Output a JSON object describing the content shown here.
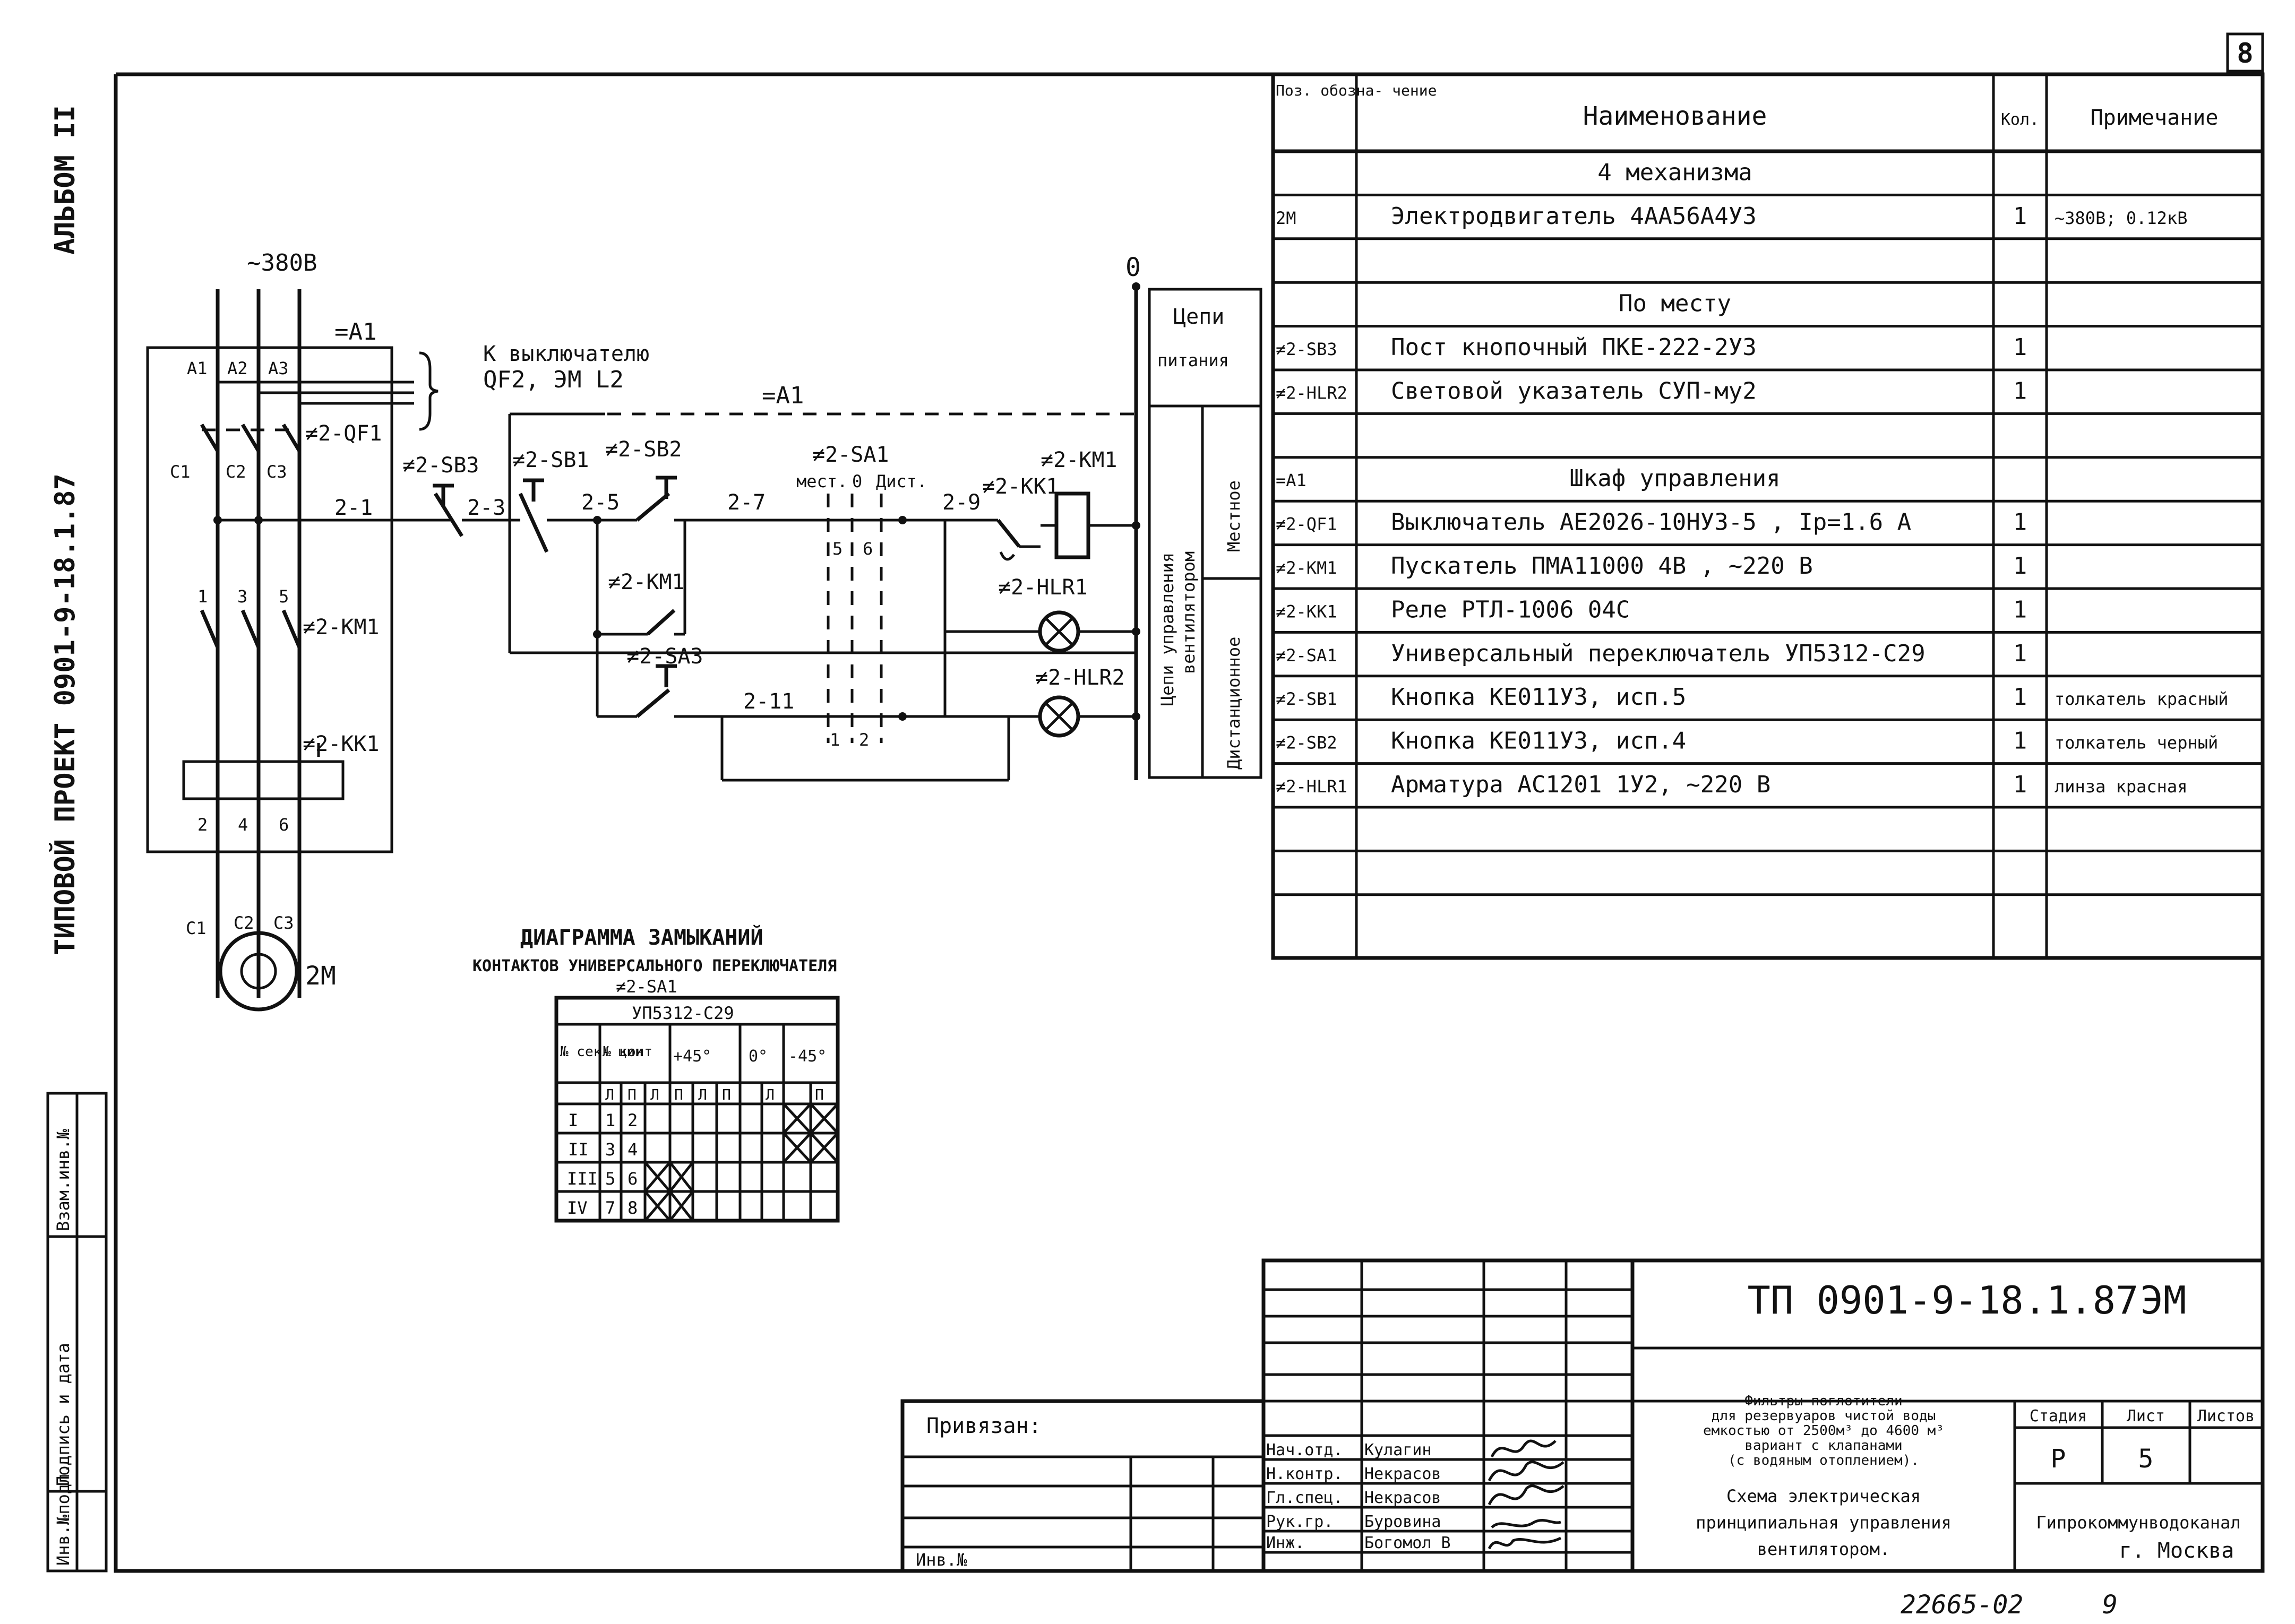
{
  "sheet": {
    "sheet_number": "8",
    "side_album": "АЛЬБОМ II",
    "side_project": "ТИПОВОЙ ПРОЕКТ 0901-9-18.1.87",
    "bottom_number": "22665-02",
    "bottom_page": "9"
  },
  "side_stamp": {
    "inv_podl": "Инв.№подл.",
    "podpis_data": "Подпись и дата",
    "vzam_inv": "Взам.инв.№"
  },
  "schematic": {
    "supply": "~380В",
    "zero": "0",
    "a1_main": "=A1",
    "a1_mid": "=A1",
    "to_breaker": "К выключателю",
    "to_breaker2": "QF2,  ЭМ L2",
    "phases": [
      "A1",
      "A2",
      "A3"
    ],
    "c_top": [
      "C1",
      "C2",
      "C3"
    ],
    "terminals_mid": [
      "1",
      "3",
      "5"
    ],
    "terminals_bot": [
      "2",
      "4",
      "6"
    ],
    "c_bot": [
      "C1",
      "C2",
      "C3"
    ],
    "motor": "2М",
    "qf1": "≠2-QF1",
    "km1_main": "≠2-KM1",
    "kk1_main": "≠2-KK1",
    "sb3": "≠2-SB3",
    "sb1": "≠2-SB1",
    "sb2": "≠2-SB2",
    "sa1": "≠2-SA1",
    "km1_coil": "≠2-KM1",
    "kk1_contact": "≠2-KK1",
    "km1_contact": "≠2-KM1",
    "sa3": "≠2-SA3",
    "hlr1": "≠2-HLR1",
    "hlr2": "≠2-HLR2",
    "sa_mest": "мест.",
    "sa_zero": "0",
    "sa_dist": "Дист.",
    "sa_c5": "5",
    "sa_c6": "6",
    "sa_c1": "1",
    "sa_c2": "2",
    "n21": "2-1",
    "n23": "2-3",
    "n25": "2-5",
    "n27": "2-7",
    "n29": "2-9",
    "n211": "2-11",
    "circ_pit1": "Цепи",
    "circ_pit2": "питания",
    "circ_upr1": "Цепи управления",
    "circ_upr2": "вентилятором",
    "circ_mest": "Местное",
    "circ_dist": "Дистанционное"
  },
  "diagram": {
    "title": "ДИАГРАММА  ЗАМЫКАНИЙ",
    "subtitle": "КОНТАКТОВ УНИВЕРСАЛЬНОГО ПЕРЕКЛЮЧАТЕЛЯ",
    "ref": "≠2-SA1",
    "model": "УП5312-С29",
    "col_sec": "№ сек- ции",
    "col_kont": "№ конт",
    "col_p45": "+45°",
    "col_0": "0°",
    "col_m45": "-45°",
    "sub": [
      "Л",
      "П",
      "Л",
      "П",
      "Л",
      "П",
      "Л",
      "П"
    ],
    "rows": [
      {
        "sec": "I",
        "l": "1",
        "p": "2"
      },
      {
        "sec": "II",
        "l": "3",
        "p": "4"
      },
      {
        "sec": "III",
        "l": "5",
        "p": "6"
      },
      {
        "sec": "IV",
        "l": "7",
        "p": "8"
      }
    ]
  },
  "spec": {
    "headers": {
      "pos": "Поз. обозна- чение",
      "name": "Наименование",
      "qty": "Кол.",
      "note": "Примечание"
    },
    "rows": [
      {
        "pos": "",
        "name": "4  механизма",
        "qty": "",
        "note": ""
      },
      {
        "pos": "2М",
        "name": "Электродвигатель  4АА56А4У3",
        "qty": "1",
        "note": "~380В;  0.12кВ"
      },
      {
        "pos": "",
        "name": "",
        "qty": "",
        "note": ""
      },
      {
        "pos": "",
        "name": "По  месту",
        "qty": "",
        "note": ""
      },
      {
        "pos": "≠2-SB3",
        "name": "Пост  кнопочный  ПКЕ-222-2У3",
        "qty": "1",
        "note": ""
      },
      {
        "pos": "≠2-HLR2",
        "name": "Световой  указатель  СУП-му2",
        "qty": "1",
        "note": ""
      },
      {
        "pos": "",
        "name": "",
        "qty": "",
        "note": ""
      },
      {
        "pos": "=A1",
        "name": "Шкаф  управления",
        "qty": "",
        "note": ""
      },
      {
        "pos": "≠2-QF1",
        "name": "Выключатель  АЕ2026-10НУ3-5 , Iр=1.6 А",
        "qty": "1",
        "note": ""
      },
      {
        "pos": "≠2-KM1",
        "name": "Пускатель  ПМА11000 4В  ,  ~220 В",
        "qty": "1",
        "note": ""
      },
      {
        "pos": "≠2-KK1",
        "name": "Реле   РТЛ-1006 04С",
        "qty": "1",
        "note": ""
      },
      {
        "pos": "≠2-SA1",
        "name": "Универсальный переключатель УП5312-С29",
        "qty": "1",
        "note": ""
      },
      {
        "pos": "≠2-SB1",
        "name": "Кнопка   КЕ011У3,    исп.5",
        "qty": "1",
        "note": "толкатель красный"
      },
      {
        "pos": "≠2-SB2",
        "name": "Кнопка   КЕ011У3,   исп.4",
        "qty": "1",
        "note": "толкатель черный"
      },
      {
        "pos": "≠2-HLR1",
        "name": "Арматура    АС1201 1У2,   ~220 В",
        "qty": "1",
        "note": "линза красная"
      },
      {
        "pos": "",
        "name": "",
        "qty": "",
        "note": ""
      },
      {
        "pos": "",
        "name": "",
        "qty": "",
        "note": ""
      }
    ]
  },
  "title_block": {
    "code": "ТП 0901-9-18.1.87",
    "section": "ЭМ",
    "privyazan": "Привязан:",
    "inv_no": "Инв.№",
    "roles": [
      "Нач.отд.",
      "Н.контр.",
      "Гл.спец.",
      "Рук.гр.",
      "Инж."
    ],
    "names": [
      "Кулагин",
      "Некрасов",
      "Некрасов",
      "Буровина",
      "Богомол В"
    ],
    "desc1": "Фильтры-поглотители",
    "desc2": "для резервуаров чистой воды",
    "desc3": "емкостью от 2500м³ до 4600 м³",
    "desc4": "вариант с клапанами",
    "desc5": "(с водяным отоплением).",
    "desc6": "Схема электрическая",
    "desc7": "принципиальная управления",
    "desc8": "вентилятором.",
    "stadiya": "Стадия",
    "list": "Лист",
    "listov": "Листов",
    "stadiya_val": "Р",
    "list_val": "5",
    "org": "Гипрокоммунводоканал",
    "city": "г. Москва"
  }
}
